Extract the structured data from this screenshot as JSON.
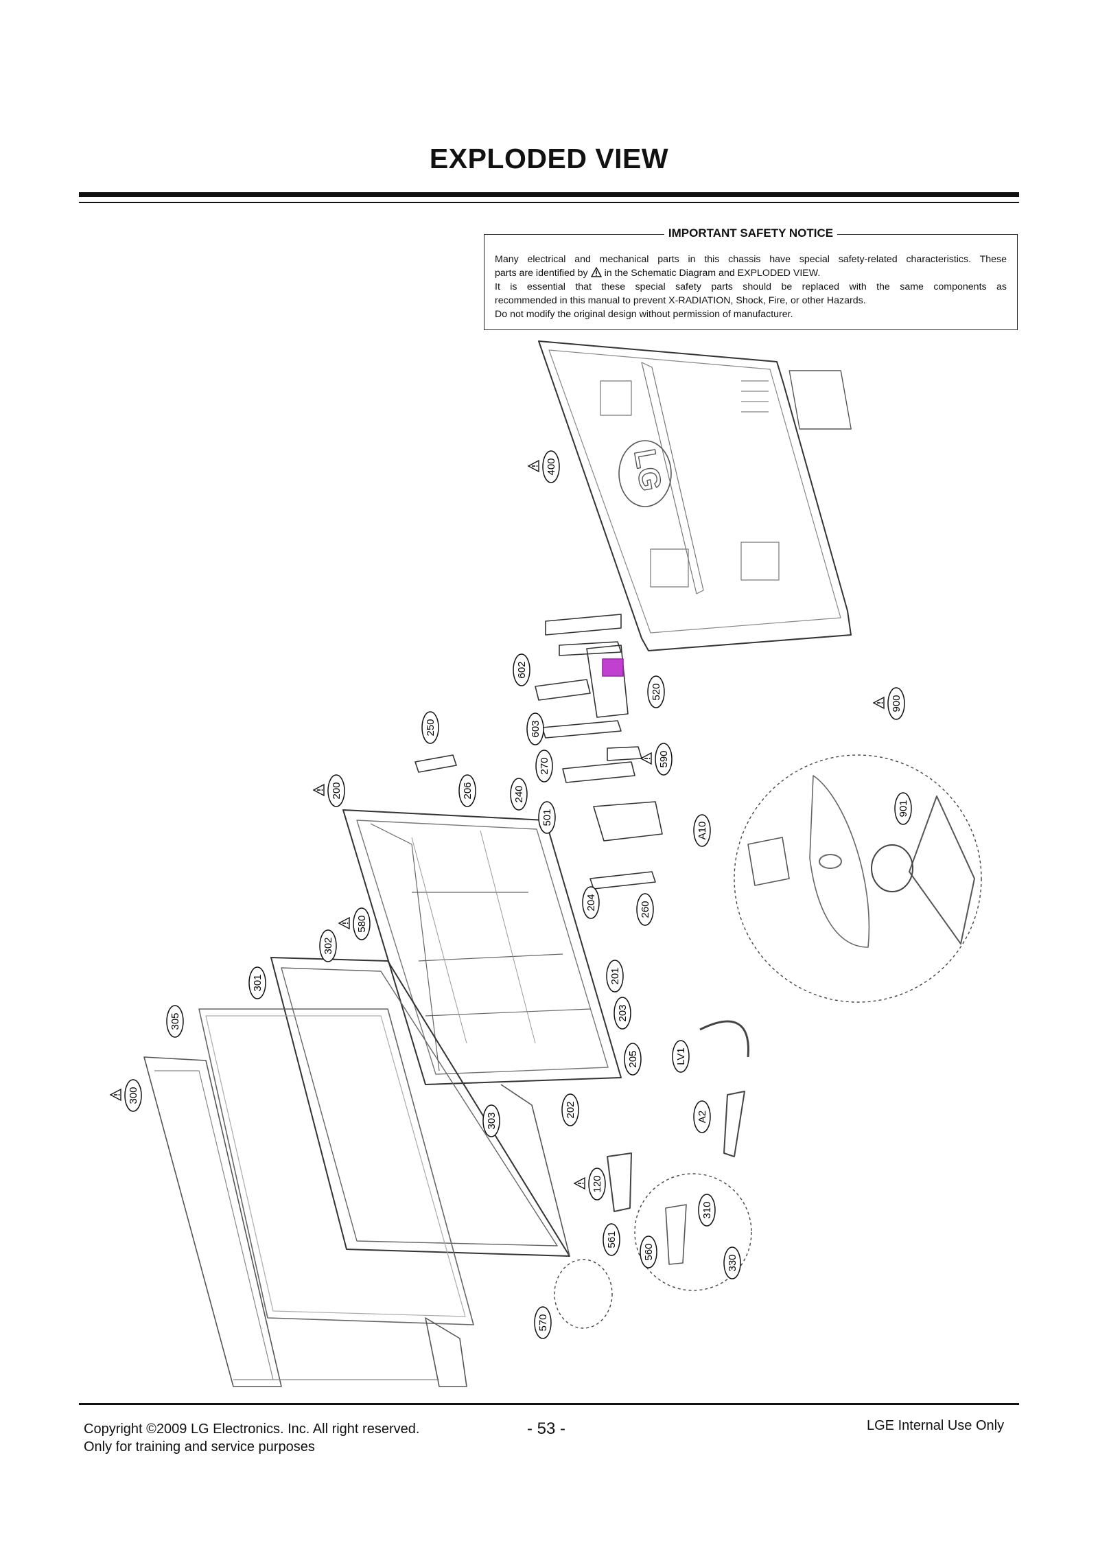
{
  "page": {
    "title": "EXPLODED VIEW"
  },
  "notice": {
    "heading": "IMPORTANT SAFETY NOTICE",
    "line1": "Many electrical and mechanical parts in this chassis have special safety-related characteristics. These",
    "line2_a": "parts are identified by",
    "line2_b": "in the Schematic Diagram and EXPLODED VIEW.",
    "line3": "It is essential that these special safety parts should be replaced with the same components as",
    "line4": "recommended in this manual to prevent X-RADIATION, Shock, Fire, or other Hazards.",
    "line5": "Do not modify the original design without permission of manufacturer.",
    "icon": "warning-triangle-icon"
  },
  "callouts": [
    {
      "id": "400",
      "safety": true
    },
    {
      "id": "602",
      "safety": false
    },
    {
      "id": "520",
      "safety": false
    },
    {
      "id": "900",
      "safety": true
    },
    {
      "id": "250",
      "safety": false
    },
    {
      "id": "603",
      "safety": false
    },
    {
      "id": "590",
      "safety": true
    },
    {
      "id": "270",
      "safety": false
    },
    {
      "id": "200",
      "safety": true
    },
    {
      "id": "206",
      "safety": false
    },
    {
      "id": "240",
      "safety": false
    },
    {
      "id": "501",
      "safety": false
    },
    {
      "id": "A10",
      "safety": false
    },
    {
      "id": "901",
      "safety": false
    },
    {
      "id": "204",
      "safety": false
    },
    {
      "id": "260",
      "safety": false
    },
    {
      "id": "580",
      "safety": true
    },
    {
      "id": "302",
      "safety": false
    },
    {
      "id": "301",
      "safety": false
    },
    {
      "id": "201",
      "safety": false
    },
    {
      "id": "305",
      "safety": false
    },
    {
      "id": "203",
      "safety": false
    },
    {
      "id": "LV1",
      "safety": false
    },
    {
      "id": "205",
      "safety": false
    },
    {
      "id": "300",
      "safety": true
    },
    {
      "id": "202",
      "safety": false
    },
    {
      "id": "A2",
      "safety": false
    },
    {
      "id": "303",
      "safety": false
    },
    {
      "id": "120",
      "safety": true
    },
    {
      "id": "310",
      "safety": false
    },
    {
      "id": "561",
      "safety": false
    },
    {
      "id": "560",
      "safety": false
    },
    {
      "id": "330",
      "safety": false
    },
    {
      "id": "570",
      "safety": false
    }
  ],
  "footer": {
    "copyright": "Copyright ©2009 LG Electronics. Inc. All right reserved.",
    "purpose": "Only for training and service purposes",
    "page_number": "- 53 -",
    "classification": "LGE Internal Use Only"
  }
}
